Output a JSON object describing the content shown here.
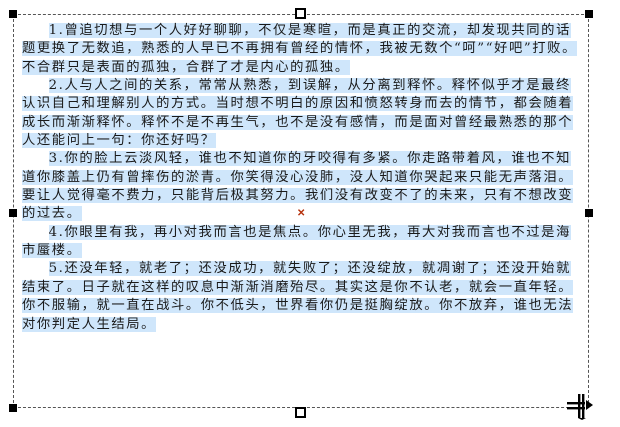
{
  "paragraphs": [
    "1.曾追切想与一个人好好聊聊，不仅是寒暄，而是真正的交流，却发现共同的话题更换了无数追，熟悉的人早已不再拥有曾经的情怀，我被无数个“呵”“好吧”打败。不合群只是表面的孤独，合群了才是内心的孤独。",
    "2.人与人之间的关系，常常从熟悉，到误解，从分离到释怀。释怀似乎才是最终认识自己和理解别人的方式。当时想不明白的原因和愤怒转身而去的情节，都会随着成长而渐渐释怀。释怀不是不再生气，也不是没有感情，而是面对曾经最熟悉的那个人还能问上一句：你还好吗？",
    "3.你的脸上云淡风轻，谁也不知道你的牙咬得有多紧。你走路带着风，谁也不知道你膝盖上仍有曾摔伤的淤青。你笑得没心没肺，没人知道你哭起来只能无声落泪。要让人觉得毫不费力，只能背后极其努力。我们没有改变不了的未来，只有不想改变的过去。",
    "4.你眼里有我，再小对我而言也是焦点。你心里无我，再大对我而言也不过是海市蜃楼。",
    "5.还没年轻，就老了；还没成功，就失败了；还没绽放，就凋谢了；还没开始就结束了。日子就在这样的叹息中渐渐消磨殆尽。其实这是你不认老，就会一直年轻。你不服输，就一直在战斗。你不低头，世界看你仍是挺胸绽放。你不放弃，谁也无法对你判定人生结局。"
  ]
}
